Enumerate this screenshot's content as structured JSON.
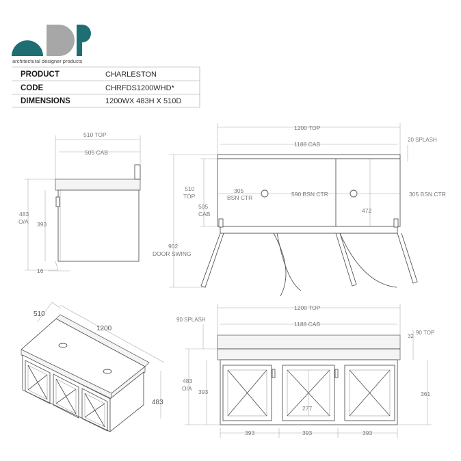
{
  "brand": {
    "caption": "architectural designer products",
    "colors": {
      "teal": "#1e6e74",
      "grey": "#a7a7a7"
    }
  },
  "spec": {
    "rows": [
      {
        "label": "PRODUCT",
        "value": "CHARLESTON"
      },
      {
        "label": "CODE",
        "value": "CHRFDS1200WHD*"
      },
      {
        "label": "DIMENSIONS",
        "value": "1200WX 483H X 510D"
      }
    ]
  },
  "side_view": {
    "top": "510 TOP",
    "cab": "505 CAB",
    "height_value": "483",
    "height_unit": "O/A",
    "inner": "393",
    "kick": "16"
  },
  "plan_view": {
    "top": "1200 TOP",
    "cab": "1188 CAB",
    "splash": "20 SPLASH",
    "depth_top_value": "510",
    "depth_top_unit": "TOP",
    "depth_cab_value": "505",
    "depth_cab_unit": "CAB",
    "basin_left_value": "305",
    "basin_left_unit": "BSN CTR",
    "basin_mid": "590 BSN CTR",
    "basin_right": "305 BSN CTR",
    "basin_depth": "472",
    "door_value": "902",
    "door_unit": "DOOR SWING"
  },
  "iso_view": {
    "depth": "510",
    "width": "1200",
    "height": "483"
  },
  "front_view": {
    "top": "1200 TOP",
    "cab": "1188 CAB",
    "splash": "90 SPLASH",
    "top_thickness_a": "32",
    "top_thickness_b": "90 TOP",
    "height_value": "483",
    "height_unit": "O/A",
    "body": "393",
    "door": "361",
    "panel": "277",
    "door_widths": [
      "393",
      "393",
      "393"
    ]
  }
}
